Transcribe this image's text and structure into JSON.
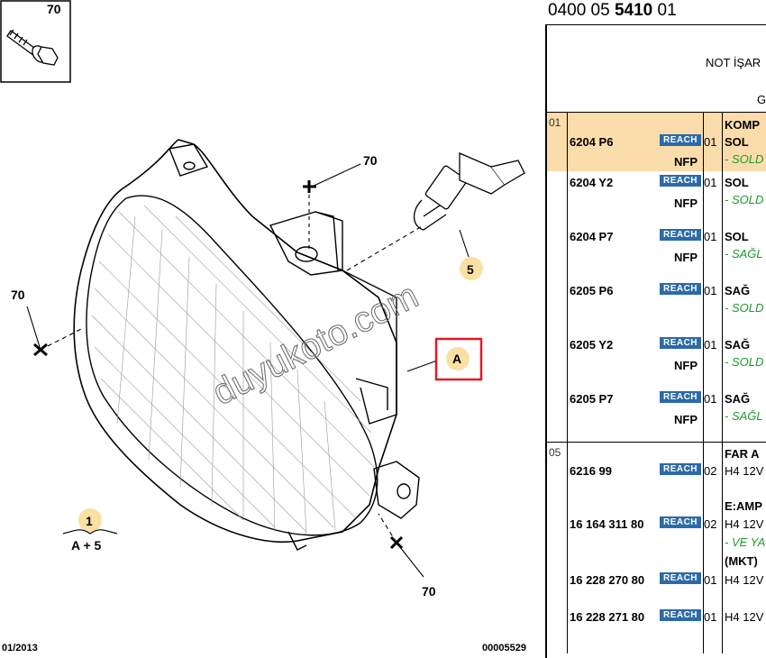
{
  "diagram": {
    "callout_70": "70",
    "callout_5": "5",
    "callout_1": "1",
    "callout_a": "A",
    "formula": "A + 5",
    "date": "01/2013",
    "drawing_no": "00005529",
    "watermark": "duyukoto.com",
    "highlight_color": "#e01b22",
    "badge_color": "#fbe0a3"
  },
  "panel": {
    "ref_prefix": "0400 05 ",
    "ref_bold": "5410",
    "ref_suffix": " 01",
    "header_note": "NOT İŞAR",
    "header_g": "G",
    "groups": [
      "01",
      "05"
    ],
    "reach_label": "REACH",
    "rows": [
      {
        "pn": "6204 P6",
        "nfp": "NFP",
        "qty": "01",
        "title": "KOMP",
        "desc": "SOL",
        "note": "- SOLD",
        "selected": true
      },
      {
        "pn": "6204 Y2",
        "nfp": "NFP",
        "qty": "01",
        "desc": "SOL",
        "note": "- SOLD"
      },
      {
        "pn": "6204 P7",
        "nfp": "NFP",
        "qty": "01",
        "desc": "SOL",
        "note": "- SAĞL"
      },
      {
        "pn": "6205 P6",
        "nfp": "",
        "qty": "01",
        "desc": "SAĞ",
        "note": "- SOLD"
      },
      {
        "pn": "6205 Y2",
        "nfp": "NFP",
        "qty": "01",
        "desc": "SAĞ",
        "note": "- SOLD"
      },
      {
        "pn": "6205 P7",
        "nfp": "NFP",
        "qty": "01",
        "desc": "SAĞ",
        "note": "- SAĞL"
      },
      {
        "pn": "6216 99",
        "qty": "02",
        "title": "FAR A",
        "desc": "H4 12V"
      },
      {
        "pn": "16 164 311 80",
        "qty": "02",
        "title": "E:AMP",
        "desc": "H4 12V",
        "note": "- VE YA",
        "extra": "(MKT)"
      },
      {
        "pn": "16 228 270 80",
        "qty": "01",
        "desc": "H4 12V"
      },
      {
        "pn": "16 228 271 80",
        "qty": "01",
        "desc": "H4 12V"
      }
    ]
  }
}
